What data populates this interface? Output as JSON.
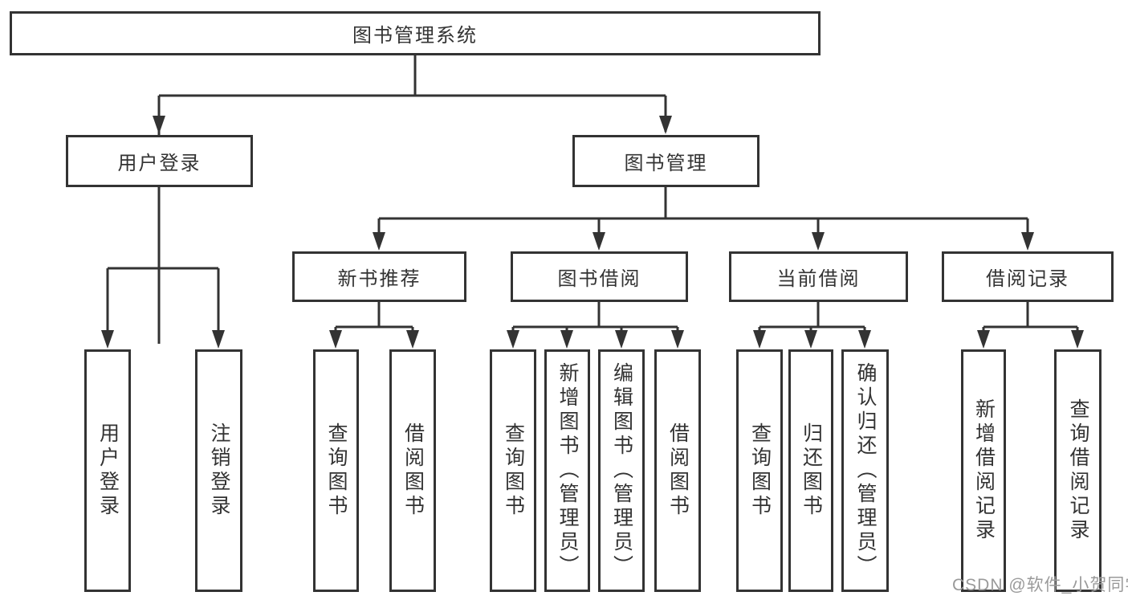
{
  "nodes": {
    "root": "图书管理系统",
    "level2": {
      "user_login": "用户登录",
      "book_mgmt": "图书管理"
    },
    "level3": {
      "new_books": "新书推荐",
      "book_borrow": "图书借阅",
      "current_borrow": "当前借阅",
      "borrow_records": "借阅记录"
    },
    "leaves": {
      "user": [
        "用户登录",
        "注销登录"
      ],
      "recommend": [
        "查询图书",
        "借阅图书"
      ],
      "borrow": [
        "查询图书",
        "新增图书（管理员）",
        "编辑图书（管理员）",
        "借阅图书"
      ],
      "current": [
        "查询图书",
        "归还图书",
        "确认归还（管理员）"
      ],
      "records": [
        "新增借阅记录",
        "查询借阅记录"
      ]
    }
  },
  "watermark": {
    "text": "CSDN @软件_小贺同学"
  },
  "colors": {
    "line": "#333333",
    "text": "#333333",
    "watermark": "#9a9a9a",
    "background": "#ffffff"
  }
}
